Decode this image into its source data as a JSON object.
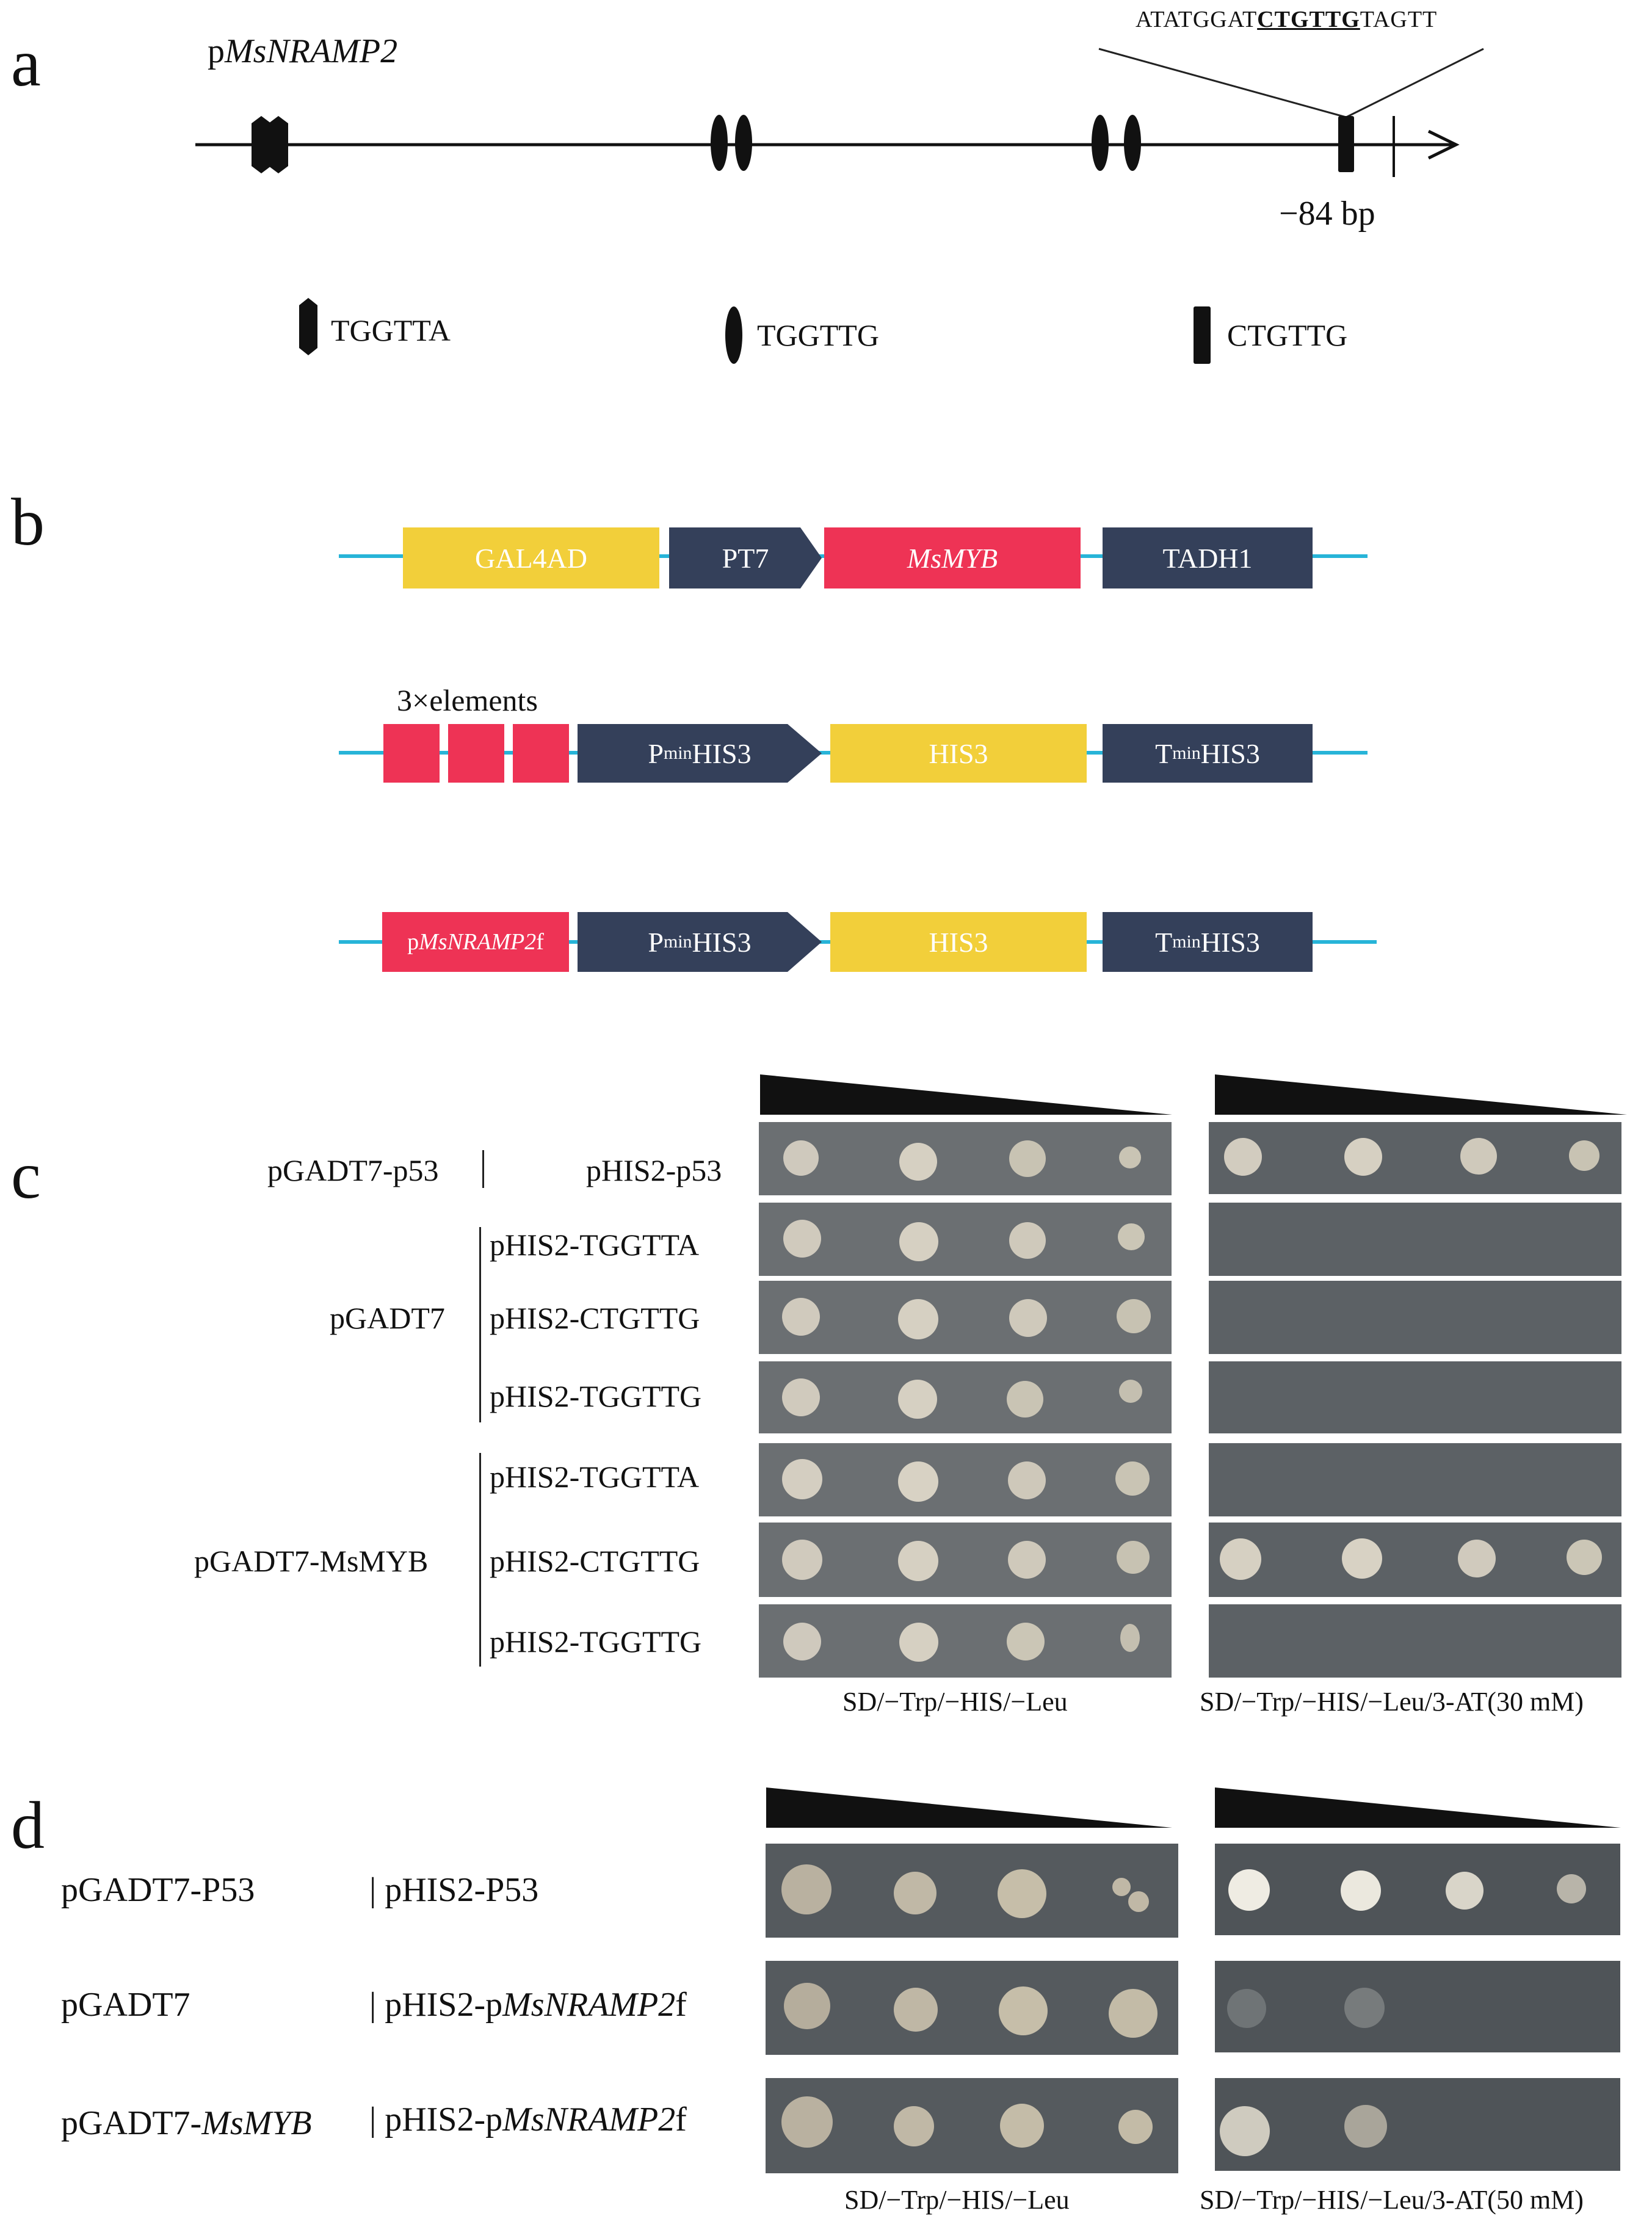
{
  "panel_a": {
    "letter": "a",
    "promoter_prefix": "p",
    "promoter_name": "MsNRAMP2",
    "seq_pre": "ATATGGAT",
    "seq_core": "CTGTTG",
    "seq_post": "TAGTT",
    "position_label": "−84 bp",
    "legend": [
      {
        "shape": "diamond-bar",
        "label": "TGGTTA"
      },
      {
        "shape": "ellipse",
        "label": "TGGTTG"
      },
      {
        "shape": "rectangle",
        "label": "CTGTTG"
      }
    ]
  },
  "panel_b": {
    "letter": "b",
    "row1": {
      "gal4ad": "GAL4AD",
      "pt7": "PT7",
      "msmyb": "MsMYB",
      "tadh1": "TADH1"
    },
    "row2": {
      "elements_label": "3×elements",
      "p_main": "P",
      "p_sub": "min",
      "p_tail": "HIS3",
      "his3": "HIS3",
      "t_main": "T",
      "t_sub": "min",
      "t_tail": "HIS3"
    },
    "row3": {
      "prom_prefix": "p",
      "prom_name": "MsNRAMP2",
      "prom_suffix": "f",
      "p_main": "P",
      "p_sub": "min",
      "p_tail": "HIS3",
      "his3": "HIS3",
      "t_main": "T",
      "t_sub": "min",
      "t_tail": "HIS3"
    }
  },
  "panel_c": {
    "letter": "c",
    "rows": [
      {
        "left": "pGADT7-p53",
        "right": "pHIS2-p53"
      },
      {
        "right": "pHIS2-TGGTTA"
      },
      {
        "left": "pGADT7",
        "right": "pHIS2-CTGTTG"
      },
      {
        "right": "pHIS2-TGGTTG"
      },
      {
        "right": "pHIS2-TGGTTA"
      },
      {
        "left": "pGADT7-MsMYB",
        "right": "pHIS2-CTGTTG"
      },
      {
        "right": "pHIS2-TGGTTG"
      }
    ],
    "caption_left": "SD/−Trp/−HIS/−Leu",
    "caption_right": "SD/−Trp/−HIS/−Leu/3-AT(30 mM)"
  },
  "panel_d": {
    "letter": "d",
    "rows": [
      {
        "left": "pGADT7-P53",
        "right": "| pHIS2-P53"
      },
      {
        "left": "pGADT7",
        "right_prefix": "| pHIS2-p",
        "right_italic": "MsNRAMP2",
        "right_suffix": "f"
      },
      {
        "left_prefix": "pGADT7-",
        "left_italic": "MsMYB",
        "right_prefix": "| pHIS2-p",
        "right_italic": "MsNRAMP2",
        "right_suffix": "f"
      }
    ],
    "caption_left": "SD/−Trp/−HIS/−Leu",
    "caption_right": "SD/−Trp/−HIS/−Leu/3-AT(50 mM)"
  }
}
